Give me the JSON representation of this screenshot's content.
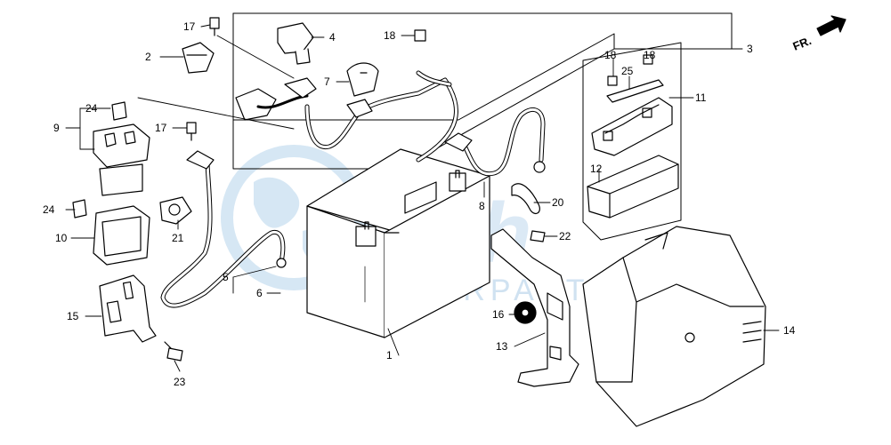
{
  "watermark": {
    "brand": "Fish",
    "text": "MOTORPARTS",
    "color": "#c9dff0"
  },
  "direction": {
    "label": "FR."
  },
  "callouts": [
    "1",
    "2",
    "3",
    "4",
    "5",
    "6",
    "7",
    "8",
    "9",
    "10",
    "11",
    "12",
    "13",
    "14",
    "15",
    "16",
    "17",
    "17",
    "18",
    "18",
    "20",
    "21",
    "22",
    "23",
    "24",
    "24",
    "25"
  ]
}
